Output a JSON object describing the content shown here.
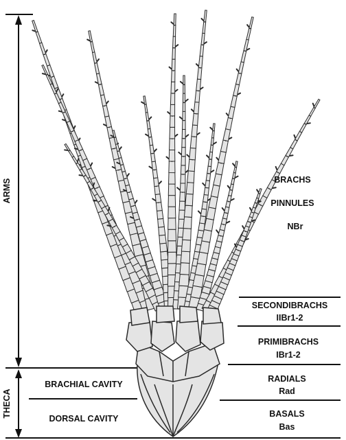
{
  "scale": {
    "arms": "ARMS",
    "theca": "THECA"
  },
  "arm_labels": {
    "brachs": "BRACHS",
    "pinnules": "PINNULES",
    "nbr": "NBr"
  },
  "right_labels": {
    "secondibrachs": "SECONDIBRACHS",
    "secondibrachs_abbr": "IIBr1-2",
    "primibrachs": "PRIMIBRACHS",
    "primibrachs_abbr": "IBr1-2",
    "radials": "RADIALS",
    "radials_abbr": "Rad",
    "basals": "BASALS",
    "basals_abbr": "Bas"
  },
  "left_labels": {
    "brachial_cavity": "BRACHIAL CAVITY",
    "dorsal_cavity": "DORSAL CAVITY"
  },
  "colors": {
    "line": "#111111",
    "ossicle_fill": "#e4e4e4",
    "ossicle_stroke": "#2a2a2a"
  }
}
